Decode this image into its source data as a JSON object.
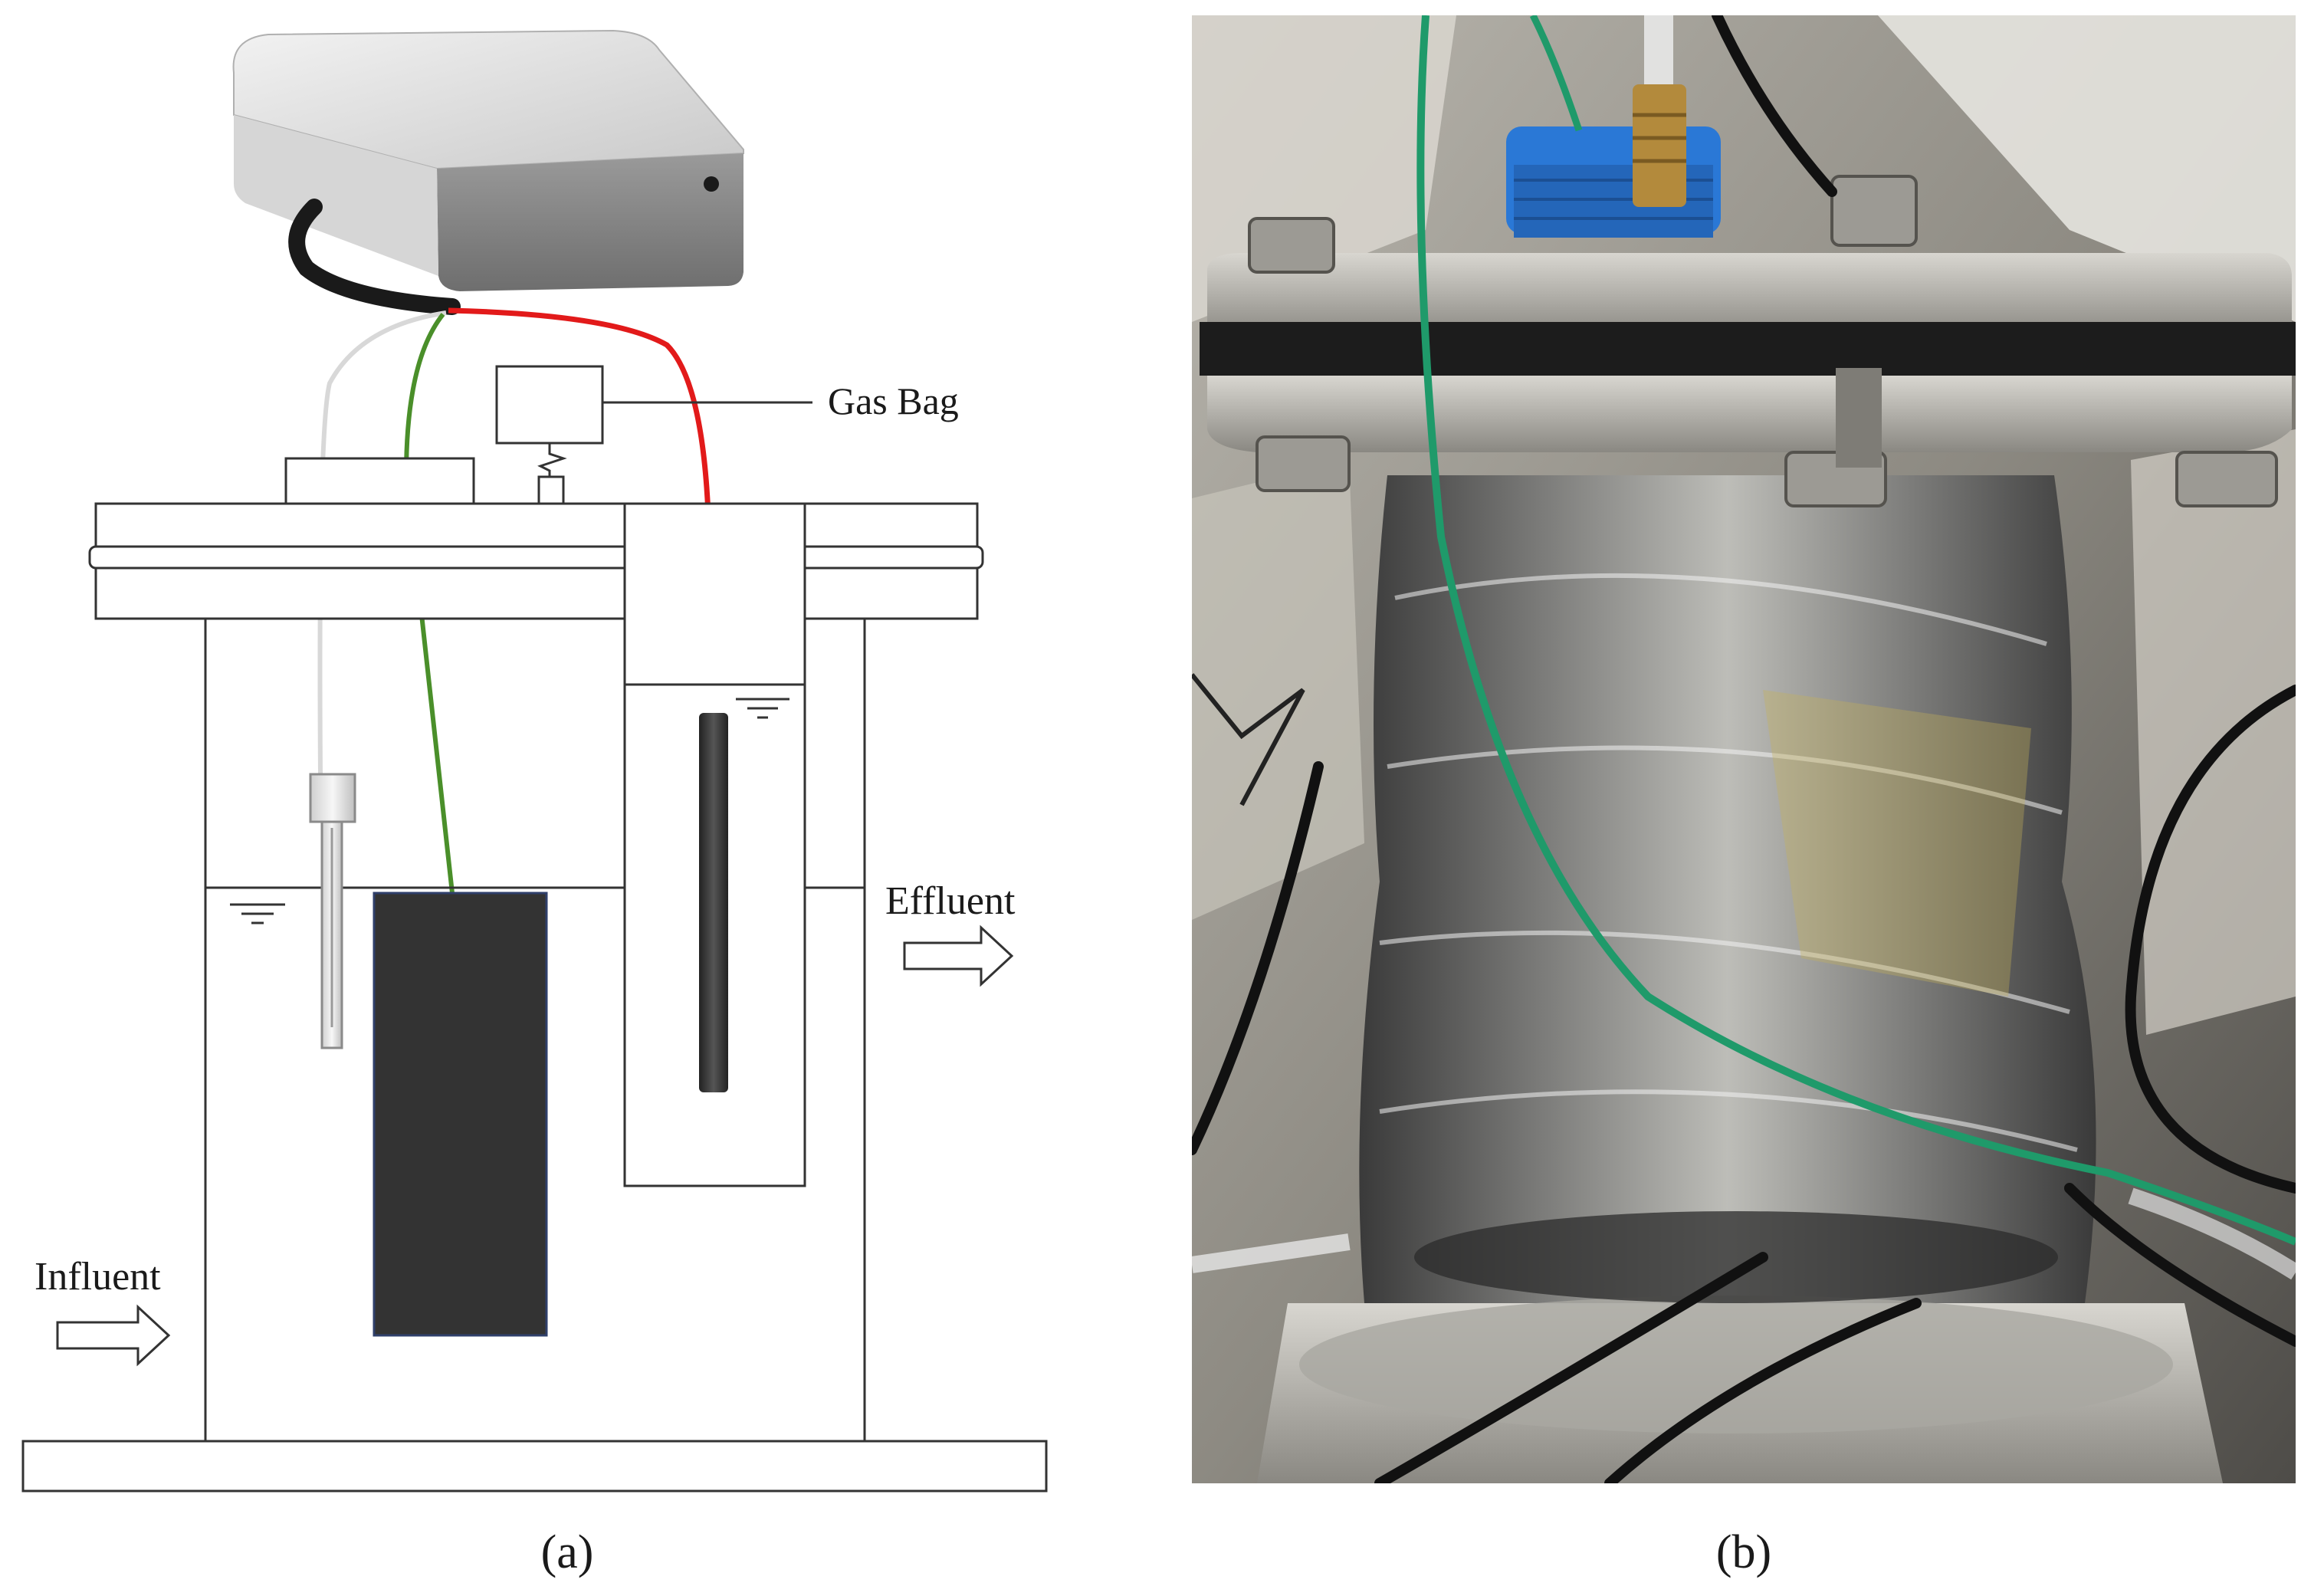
{
  "labels": {
    "gas_bag": "Gas Bag",
    "effluent": "Effluent",
    "influent": "Influent"
  },
  "captions": {
    "a": "(a)",
    "b": "(b)"
  },
  "colors": {
    "wire_red": "#e21a1a",
    "wire_green": "#4a8f2a",
    "wire_white": "#d8d8d8",
    "electrode_dark": "#333333",
    "photo_green_wire": "#1f9a6a",
    "photo_blue_cap": "#1f6fd1"
  }
}
